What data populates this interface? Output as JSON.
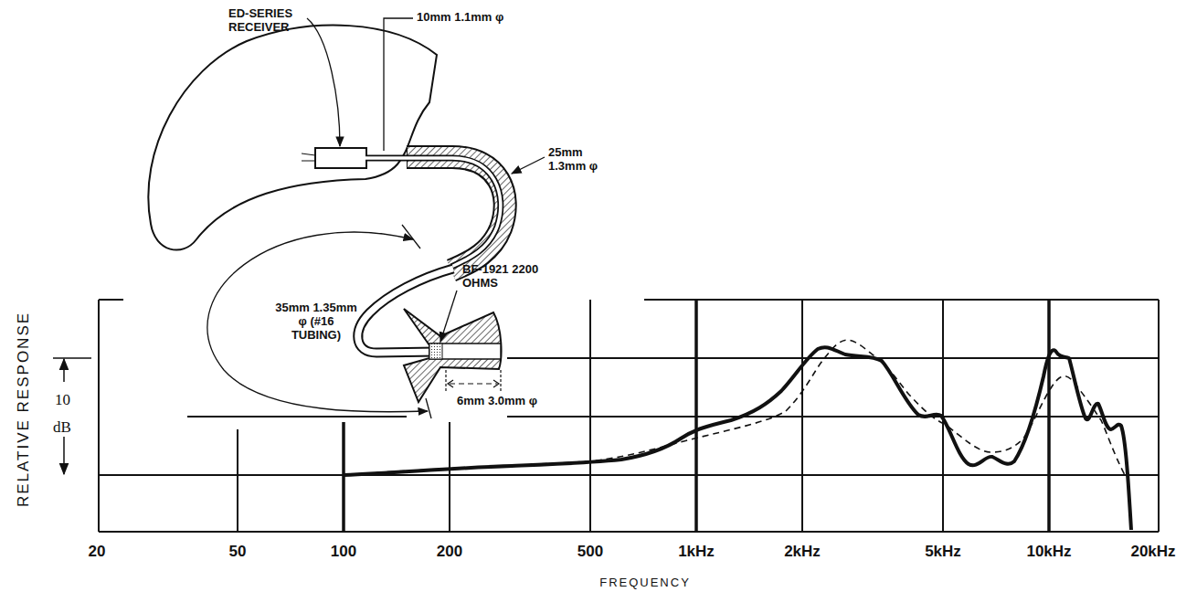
{
  "diagram": {
    "labels": [
      "ED-SERIES RECEIVER",
      "10mm 1.1mm φ",
      "25mm 1.3mm φ",
      "35mm 1.35mm φ (#16 TUBING)",
      "BF-1921 2200 OHMS",
      "6mm 3.0mm φ",
      "RELATIVE RESPONSE",
      "10",
      "dB",
      "20",
      "50",
      "100",
      "200",
      "500",
      "1kHz",
      "2kHz",
      "5kHz",
      "10kHz",
      "20kHz",
      "FREQUENCY"
    ]
  }
}
